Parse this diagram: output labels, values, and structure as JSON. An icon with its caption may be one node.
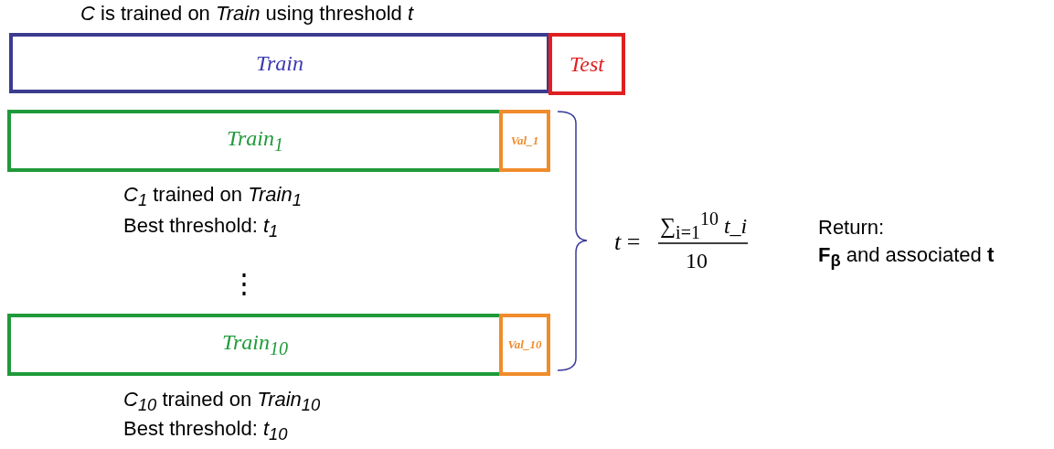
{
  "diagram": {
    "nodes": [
      {
        "text": [
          "Train"
        ]
      },
      {
        "text": [
          "Test"
        ]
      },
      {
        "text": [
          "Train$_{1}$"
        ]
      },
      {
        "text": [
          "Val_1"
        ]
      },
      {
        "text": [
          "Train$_{10}$"
        ]
      },
      {
        "text": [
          "Val_10"
        ]
      }
    ],
    "edges": [],
    "labels": [
      "*C* is trained on *Train* using threshold *t*",
      "*C$_{1}$* trained on *Train$_{1}$*",
      "Best threshold: *t$_{1}$*",
      "*t* =",
      "∑$_{i=1}$$^{10}$ *t_i*",
      "10",
      "Return:",
      "**F$_{β}$** and associated **t**",
      "⋮",
      "*C$_{10}$* trained on *Train$_{10}$*",
      "Best threshold: *t$_{10}$*"
    ]
  }
}
